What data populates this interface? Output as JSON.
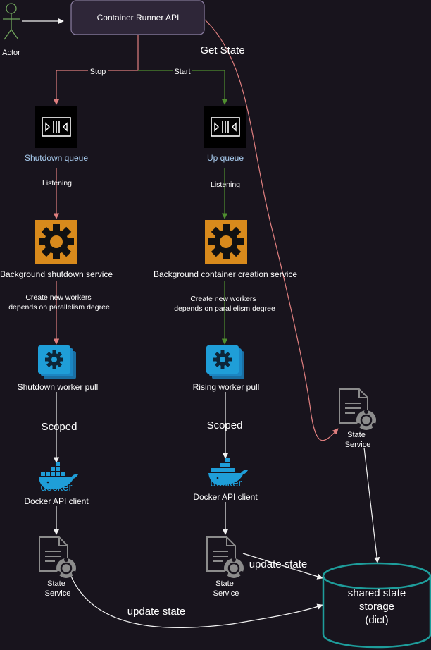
{
  "actor": {
    "label": "Actor"
  },
  "api": {
    "label": "Container Runner API"
  },
  "edges": {
    "stop": "Stop",
    "start": "Start",
    "get_state": "Get State",
    "listening_left": "Listening",
    "listening_right": "Listening",
    "create_left_1": "Create new workers",
    "create_left_2": "depends on parallelism degree",
    "create_right_1": "Create new workers",
    "create_right_2": "depends on parallelism degree",
    "scoped_left": "Scoped",
    "scoped_right": "Scoped",
    "update_state_right": "update state",
    "update_state_bottom": "update state"
  },
  "queues": {
    "shutdown": "Shutdown queue",
    "up": "Up queue"
  },
  "services": {
    "shutdown": "Background shutdown service",
    "creation": "Background container creation service"
  },
  "pools": {
    "shutdown": "Shutdown worker pull",
    "rising": "Rising worker pull"
  },
  "docker": {
    "logo_text": "docker",
    "left_label": "Docker API client",
    "right_label": "Docker API client"
  },
  "state_services": {
    "left_1": "State",
    "left_2": "Service",
    "right_1": "State",
    "right_2": "Service",
    "top_1": "State",
    "top_2": "Service"
  },
  "storage": {
    "line1": "shared state",
    "line2": "storage",
    "line3": "(dict)"
  },
  "colors": {
    "background": "#18141d",
    "stop_path": "#e07f7f",
    "start_path": "#4f8f2f",
    "neutral_path": "#f2f2f2",
    "queue_text": "#a9cdf0",
    "gear_fill": "#d88a1c",
    "storage_stroke": "#1e9d9b",
    "api_fill": "#2e2638",
    "docker_blue": "#1f9ed8"
  }
}
